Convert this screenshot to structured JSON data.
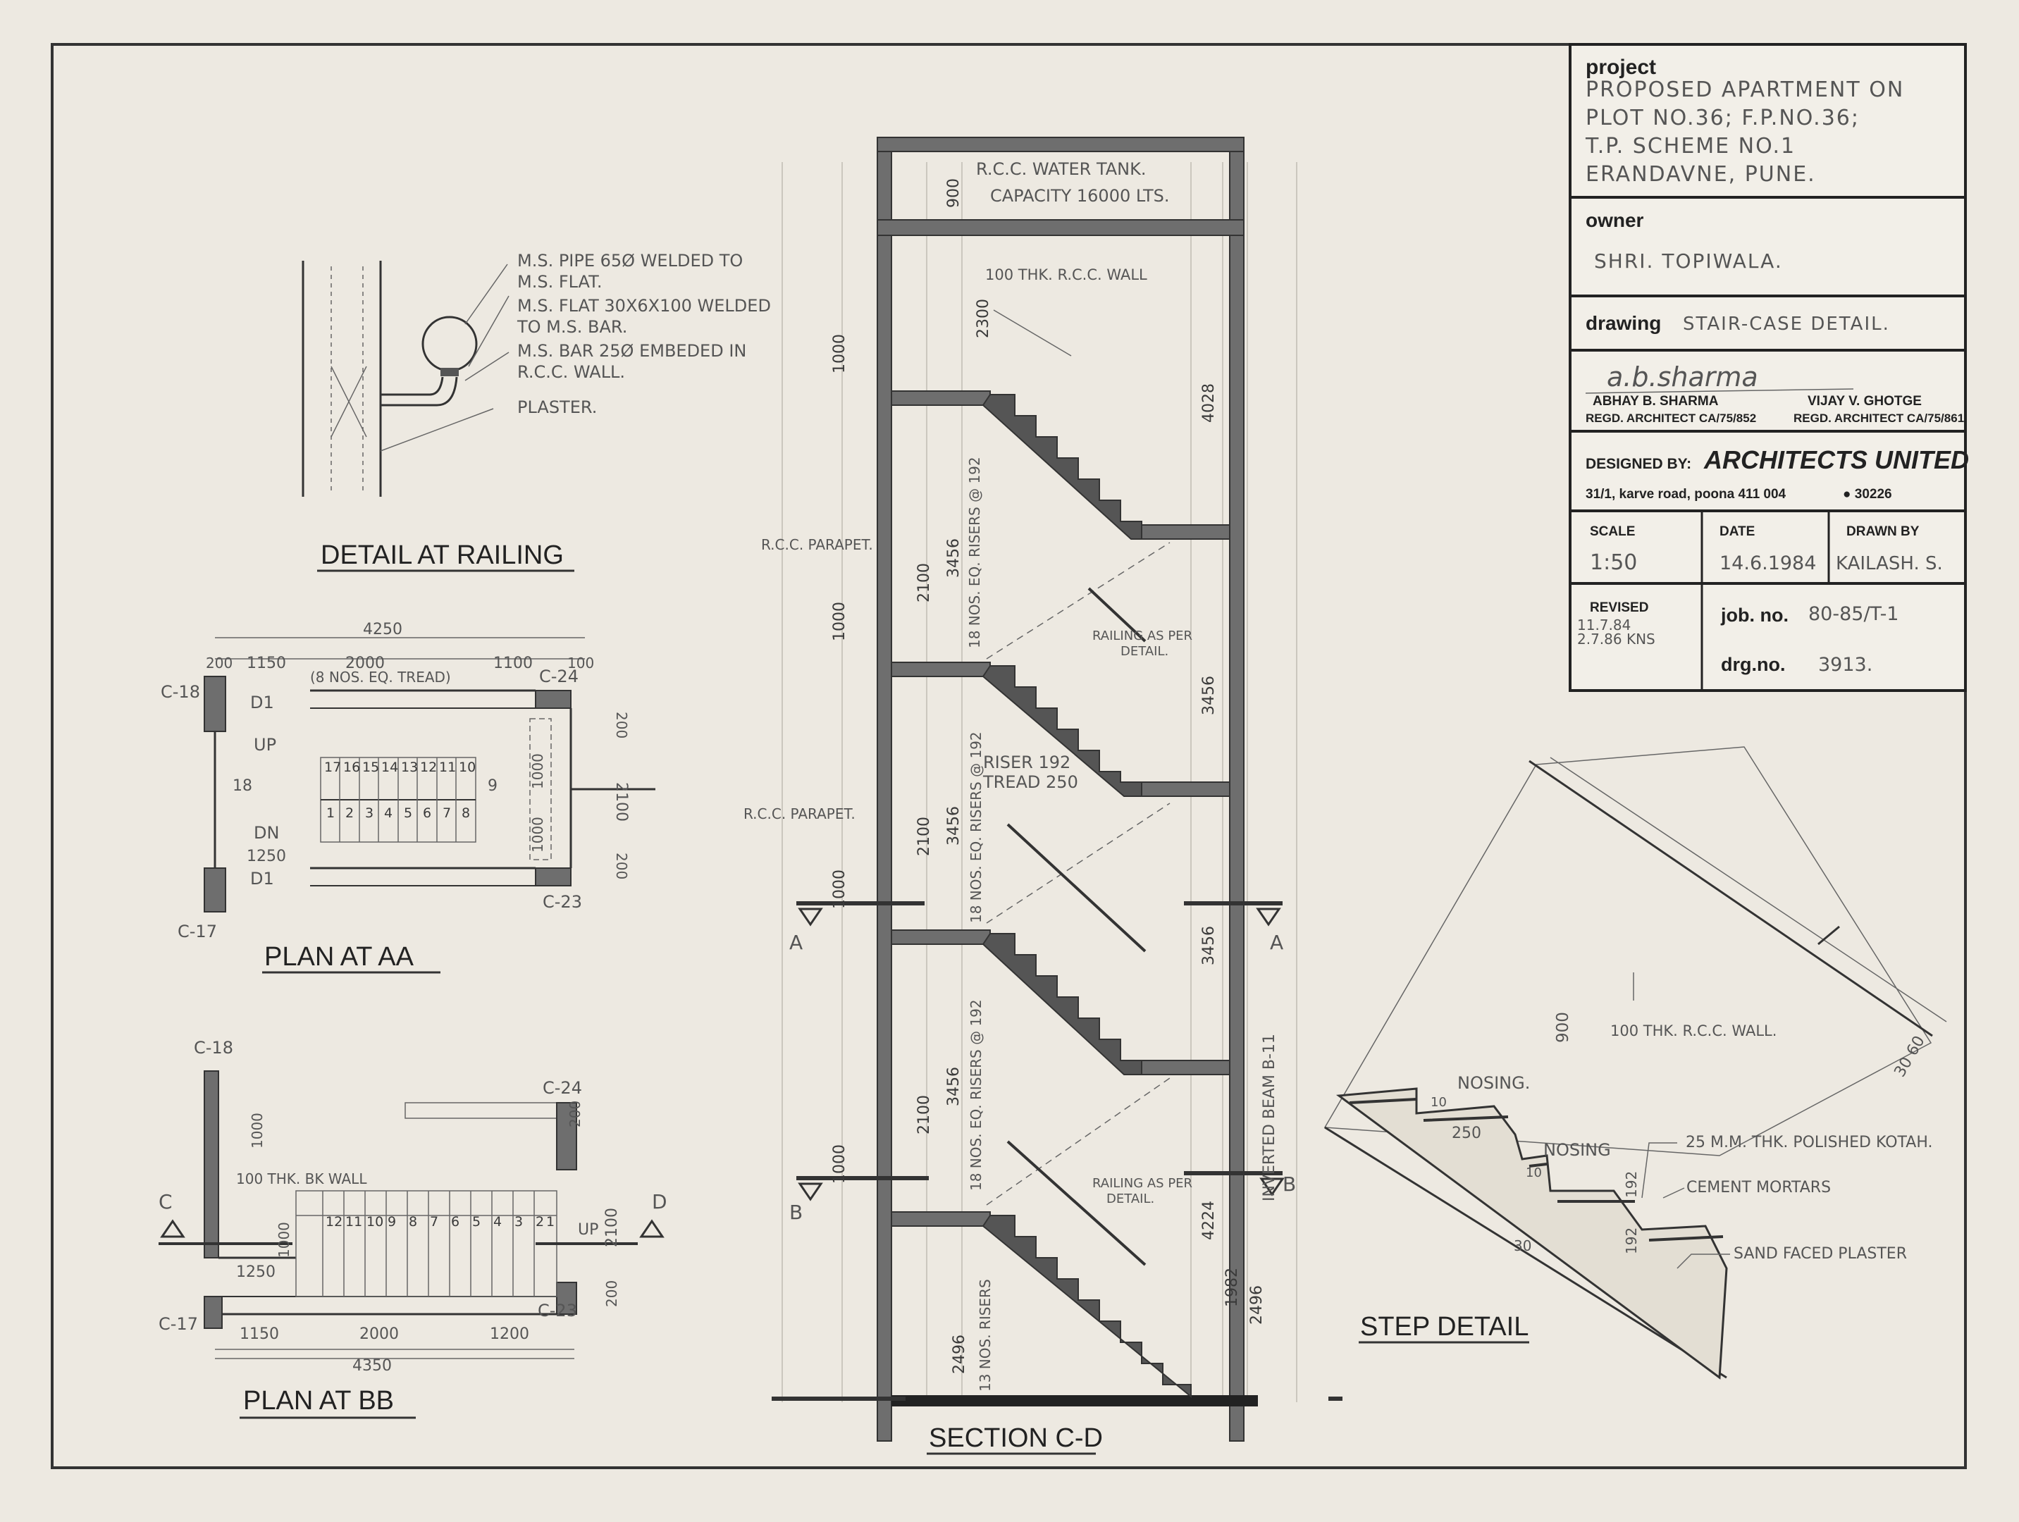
{
  "title_block": {
    "project_label": "project",
    "project_lines": [
      "PROPOSED APARTMENT ON",
      "PLOT NO.36; F.P.NO.36;",
      "T.P. SCHEME NO.1",
      "ERANDAVNE, PUNE."
    ],
    "owner_label": "owner",
    "owner_name": "SHRI. TOPIWALA.",
    "drawing_label": "drawing",
    "drawing_name": "STAIR-CASE DETAIL.",
    "signature_text": "a.b.sharma",
    "architect1_name": "ABHAY B. SHARMA",
    "architect1_reg": "REGD. ARCHITECT CA/75/852",
    "architect2_name": "VIJAY V. GHOTGE",
    "architect2_reg": "REGD. ARCHITECT CA/75/861",
    "designed_by_label": "DESIGNED BY:",
    "firm_name": "ARCHITECTS UNITED",
    "firm_address": "31/1, karve road, poona 411 004",
    "firm_phone": "● 30226",
    "scale_label": "SCALE",
    "scale_value": "1:50",
    "date_label": "DATE",
    "date_value": "14.6.1984",
    "drawn_by_label": "DRAWN BY",
    "drawn_by_value": "KAILASH. S.",
    "revised_label": "REVISED",
    "revised_dates": [
      "11.7.84",
      "2.7.86 KNS"
    ],
    "job_label": "job. no.",
    "job_value": "80-85/T-1",
    "drg_label": "drg.no.",
    "drg_value": "3913."
  },
  "railing_detail": {
    "title": "DETAIL AT RAILING",
    "notes": [
      "M.S. PIPE 65Ø WELDED TO",
      "M.S. FLAT.",
      "M.S. FLAT 30X6X100 WELDED",
      "TO M.S. BAR.",
      "M.S. BAR 25Ø EMBEDED IN",
      "R.C.C. WALL.",
      "PLASTER."
    ]
  },
  "plan_aa": {
    "title": "PLAN AT AA",
    "dims": [
      "4250",
      "200",
      "1150",
      "2000",
      "(8 NOS. EQ. TREAD)",
      "1100",
      "100",
      "200",
      "2100",
      "200",
      "1000",
      "1000",
      "1250"
    ],
    "columns": [
      "C-18",
      "C-24",
      "C-17",
      "C-23"
    ],
    "doors": [
      "D1",
      "D1"
    ],
    "labels": [
      "UP",
      "DN"
    ],
    "treads_top": [
      "17",
      "16",
      "15",
      "14",
      "13",
      "12",
      "11",
      "10"
    ],
    "treads_bottom": [
      "1",
      "2",
      "3",
      "4",
      "5",
      "6",
      "7",
      "8"
    ],
    "landing_left": "18",
    "landing_right": "9"
  },
  "plan_bb": {
    "title": "PLAN AT BB",
    "wall_note": "100 THK. BK WALL",
    "dims": [
      "1000",
      "1000",
      "1250",
      "1150",
      "2000",
      "1200",
      "4350",
      "200",
      "2100",
      "200"
    ],
    "columns": [
      "C-18",
      "C-24",
      "C-17",
      "C-23"
    ],
    "treads": [
      "12",
      "11",
      "10",
      "9",
      "8",
      "7",
      "6",
      "5",
      "4",
      "3",
      "2",
      "1"
    ],
    "label_up": "UP",
    "section_c": "C",
    "section_d": "D"
  },
  "section_cd": {
    "title": "SECTION C-D",
    "tank_note_1": "R.C.C. WATER TANK.",
    "tank_note_2": "CAPACITY 16000 LTS.",
    "wall_note": "100 THK. R.C.C. WALL",
    "parapet_1": "R.C.C. PARAPET.",
    "parapet_2": "R.C.C. PARAPET.",
    "railing_note_1": "RAILING AS PER",
    "railing_note_1b": "DETAIL.",
    "railing_note_2": "RAILING AS PER",
    "railing_note_2b": "DETAIL.",
    "riser_tread_1": "RISER 192",
    "riser_tread_2": "TREAD 250",
    "risers_note": "18 NOS. EQ. RISERS @ 192",
    "risers_13": "13 NOS. RISERS",
    "beam_note": "INVERTED BEAM B-11",
    "dims_left": [
      "900",
      "2300",
      "1000",
      "3456",
      "2100",
      "1000",
      "3456",
      "2100",
      "1000",
      "3456",
      "2100",
      "1000",
      "2496"
    ],
    "dims_right": [
      "4028",
      "3456",
      "3456",
      "4224",
      "1982",
      "2496"
    ],
    "section_a_left": "A",
    "section_a_right": "A",
    "section_b_left": "B",
    "section_b_right": "B"
  },
  "step_detail": {
    "title": "STEP DETAIL",
    "wall_note": "100 THK. R.C.C. WALL.",
    "dim_900": "900",
    "dim_30_60": "30 60",
    "nosing_1": "NOSING.",
    "nosing_2": "NOSING",
    "dim_10a": "10",
    "dim_250": "250",
    "dim_10b": "10",
    "dim_192a": "192",
    "dim_192b": "192",
    "dim_30": "30",
    "note_kotah": "25 M.M. THK. POLISHED KOTAH.",
    "note_mortar": "CEMENT MORTARS",
    "note_plaster": "SAND FACED PLASTER"
  }
}
